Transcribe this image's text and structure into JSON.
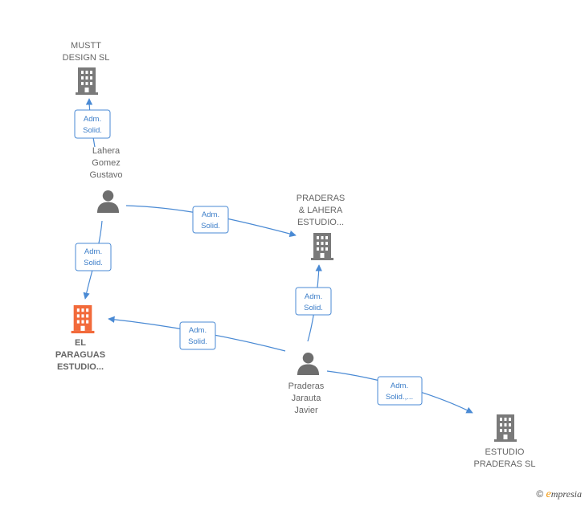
{
  "colors": {
    "company": "#7a7a7a",
    "company_highlight": "#f26a3a",
    "person": "#6e6e6e",
    "edge": "#4a8ad4",
    "label": "#666666"
  },
  "nodes": {
    "mustt": {
      "lines": [
        "MUSTT",
        "DESIGN  SL"
      ],
      "icon": "building-icon"
    },
    "praderas_lahera": {
      "lines": [
        "PRADERAS",
        "& LAHERA",
        "ESTUDIO..."
      ],
      "icon": "building-icon"
    },
    "el_paraguas": {
      "lines": [
        "EL",
        "PARAGUAS",
        "ESTUDIO..."
      ],
      "icon": "building-icon"
    },
    "estudio_praderas": {
      "lines": [
        "ESTUDIO",
        "PRADERAS SL"
      ],
      "icon": "building-icon"
    },
    "lahera": {
      "lines": [
        "Lahera",
        "Gomez",
        "Gustavo"
      ],
      "icon": "person-icon"
    },
    "praderas": {
      "lines": [
        "Praderas",
        "Jarauta",
        "Javier"
      ],
      "icon": "person-icon"
    }
  },
  "edges": {
    "e1": [
      "Adm.",
      "Solid."
    ],
    "e2": [
      "Adm.",
      "Solid."
    ],
    "e3": [
      "Adm.",
      "Solid."
    ],
    "e4": [
      "Adm.",
      "Solid."
    ],
    "e5": [
      "Adm.",
      "Solid."
    ],
    "e6": [
      "Adm.",
      "Solid.,..."
    ]
  },
  "footer": {
    "copyright": "©",
    "brand_e": "e",
    "brand_rest": "mpresia"
  }
}
